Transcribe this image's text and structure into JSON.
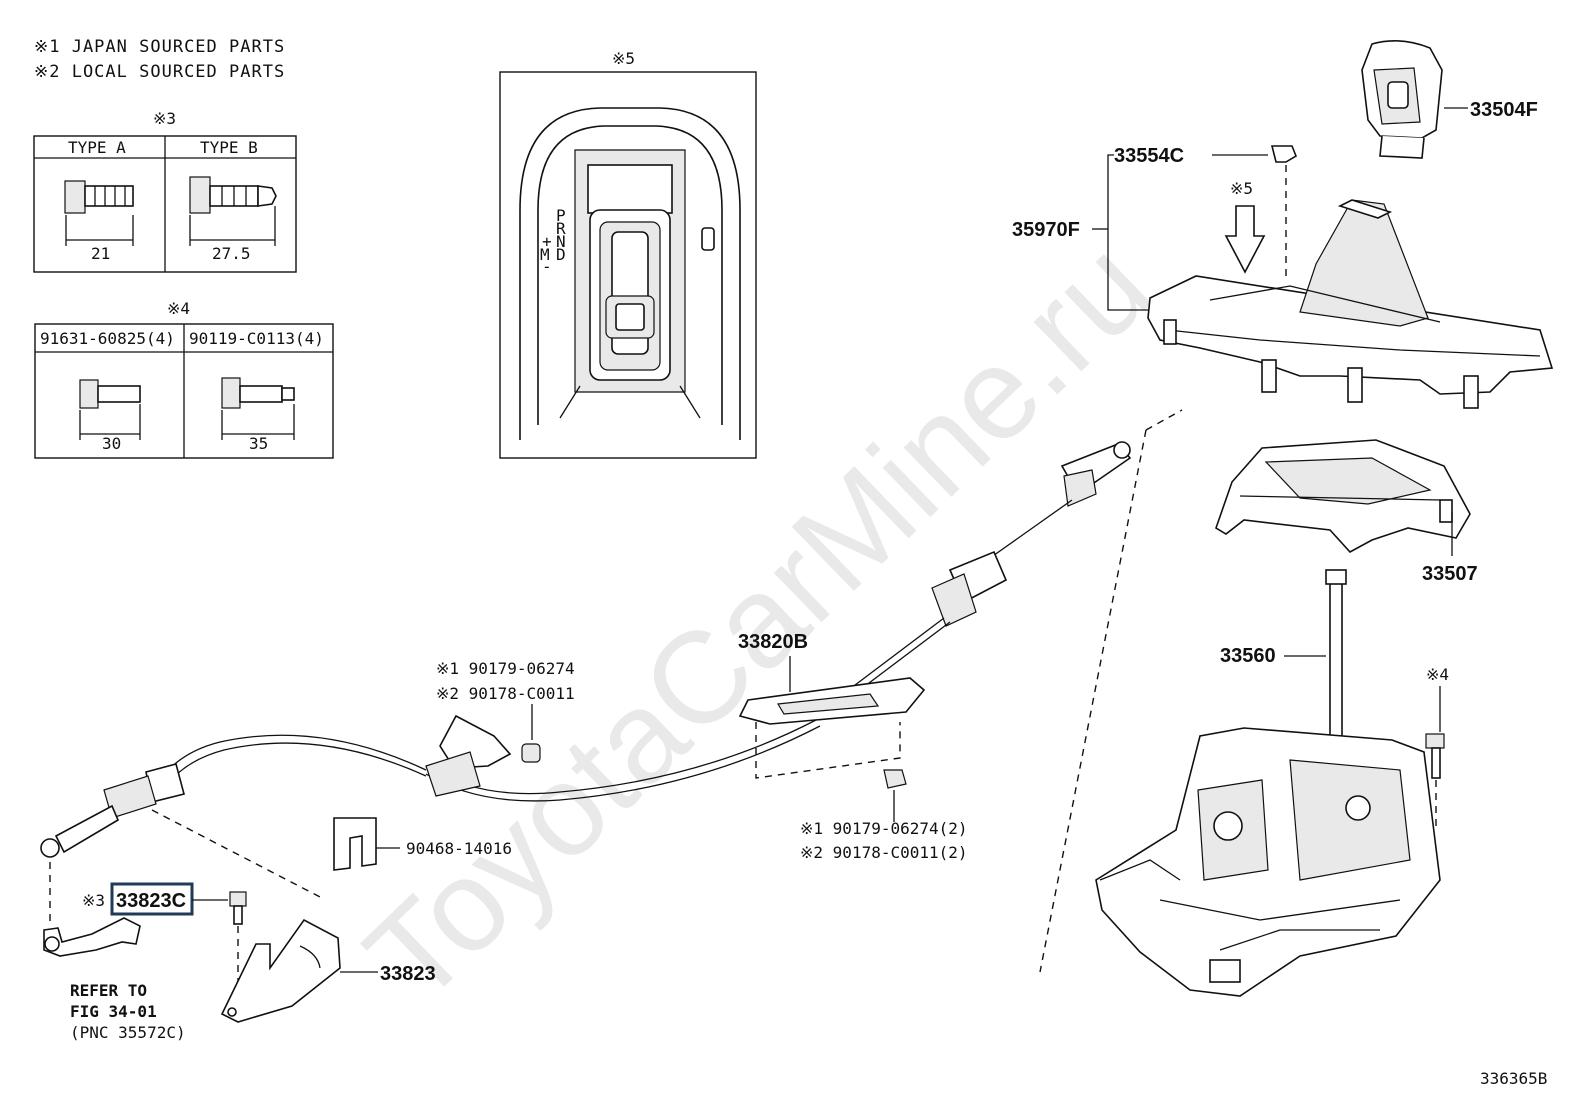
{
  "legend": {
    "japan": "※1 JAPAN SOURCED PARTS",
    "local": "※2 LOCAL SOURCED PARTS"
  },
  "table3": {
    "mark": "※3",
    "type_a": "TYPE  A",
    "type_b": "TYPE  B",
    "dim_a": "21",
    "dim_b": "27.5"
  },
  "table4": {
    "mark": "※4",
    "part_a": "91631-60825(4)",
    "part_b": "90119-C0113(4)",
    "dim_a": "30",
    "dim_b": "35"
  },
  "inset5": {
    "mark": "※5",
    "gear_p": "P",
    "gear_r": "R",
    "gear_n": "N",
    "gear_d": "D",
    "gear_plus": "+",
    "gear_m": "M",
    "gear_minus": "-"
  },
  "callouts": {
    "knob": "33504F",
    "clip": "33554C",
    "bezel": "35970F",
    "arrow_mark": "※5",
    "housing": "33507",
    "lever": "33560",
    "bolt_mark": "※4",
    "cable": "33820B",
    "nut_top_1": "※1 90179-06274",
    "nut_top_2": "※2 90178-C0011",
    "nut_bot_1": "※1 90179-06274(2)",
    "nut_bot_2": "※2 90178-C0011(2)",
    "clip_lower": "90468-14016",
    "bolt_highlight_mark": "※3",
    "bolt_highlight": "33823C",
    "bracket": "33823",
    "refer_1": "REFER TO",
    "refer_2": "FIG 34-01",
    "refer_3": "(PNC 35572C)"
  },
  "watermark": "ToyotaCarMine.ru",
  "figure_id": "336365B"
}
